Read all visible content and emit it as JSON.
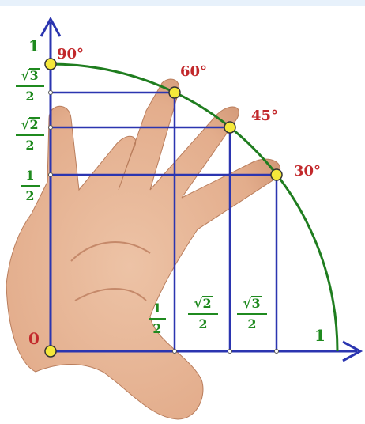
{
  "diagram": {
    "origin_label": "0",
    "axis_x_unit_label": "1",
    "axis_y_unit_label": "1",
    "angles": [
      {
        "label": "90°"
      },
      {
        "label": "60°"
      },
      {
        "label": "45°"
      },
      {
        "label": "30°"
      }
    ],
    "y_fractions": [
      {
        "radical": "3",
        "denominator": "2"
      },
      {
        "radical": "2",
        "denominator": "2"
      },
      {
        "numerator": "1",
        "denominator": "2"
      }
    ],
    "x_fractions": [
      {
        "numerator": "1",
        "denominator": "2"
      },
      {
        "radical": "2",
        "denominator": "2"
      },
      {
        "radical": "3",
        "denominator": "2"
      }
    ],
    "colors": {
      "axis": "#2b35b0",
      "arc": "#1f7d1f",
      "angle_label": "#c2282b",
      "fraction": "#1f8a1f",
      "point_fill": "#f5e83a",
      "skin": "#e7b695"
    }
  }
}
